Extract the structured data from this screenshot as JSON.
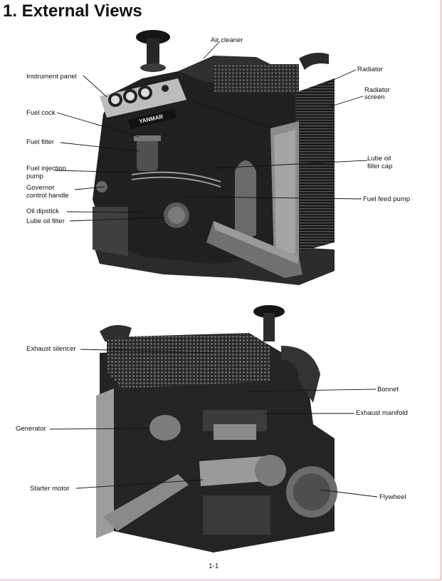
{
  "page": {
    "title": "1. External Views",
    "page_number": "1-1"
  },
  "figure_top": {
    "labels": {
      "air_cleaner": "Air cleaner",
      "instrument_panel": "Instrument panel",
      "radiator": "Radiator",
      "radiator_screen_1": "Radiator",
      "radiator_screen_2": "screen",
      "fuel_cock": "Fuel cock",
      "fuel_filter": "Fuel filter",
      "lube_oil_filler_cap_1": "Lube oil",
      "lube_oil_filler_cap_2": "filler cap",
      "fuel_injection_pump_1": "Fuel injection",
      "fuel_injection_pump_2": "pump",
      "governor_control_handle_1": "Governor",
      "governor_control_handle_2": "control handle",
      "fuel_feed_pump": "Fuel feed pump",
      "oil_dipstick": "Oil dipstick",
      "lube_oil_filter": "Lube oil filter"
    },
    "brand": "YANMAR"
  },
  "figure_bottom": {
    "labels": {
      "exhaust_silencer": "Exhaust silencer",
      "bonnet": "Bonnet",
      "exhaust_manifold": "Exhaust manifold",
      "generator": "Generator",
      "starter_motor": "Starter motor",
      "flywheel": "Flywheel"
    }
  },
  "colors": {
    "ink": "#111111",
    "engine_dark": "#1c1c1c",
    "engine_mid": "#4a4a4a",
    "engine_light": "#9a9a9a",
    "page_border": "#e8a0a0"
  }
}
